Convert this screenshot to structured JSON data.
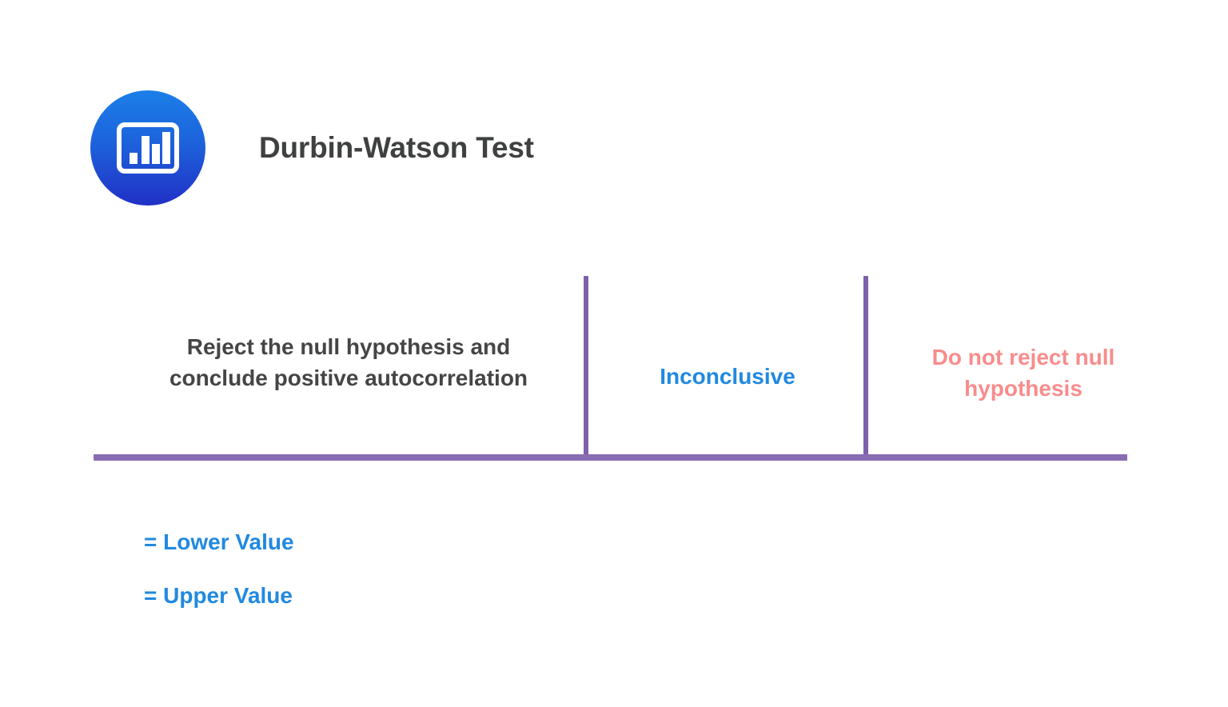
{
  "header": {
    "title": "Durbin-Watson Test",
    "logo_icon": "bar-chart-icon",
    "logo_gradient_from": "#1b7fe8",
    "logo_gradient_to": "#2130c6"
  },
  "chart_data": {
    "type": "diagram",
    "title": "Durbin-Watson Test",
    "subtype": "decision-number-line",
    "axis": {
      "orientation": "horizontal",
      "color": "#8a6cb3",
      "thickness_px": 8,
      "grid": false,
      "tick_labels": []
    },
    "dividers": [
      {
        "name": "lower-value-divider",
        "label": "",
        "color": "#7f60ab",
        "x_fraction": 0.474
      },
      {
        "name": "upper-value-divider",
        "label": "",
        "color": "#7f60ab",
        "x_fraction": 0.745
      }
    ],
    "zones": [
      {
        "id": "reject",
        "label": "Reject the null hypothesis and conclude positive autocorrelation",
        "color": "#454545"
      },
      {
        "id": "inconclusive",
        "label": "Inconclusive",
        "color": "#2189e0"
      },
      {
        "id": "do-not-reject",
        "label": "Do not reject null hypothesis",
        "color": "#f98c8c"
      }
    ],
    "legend": {
      "position": "bottom-left",
      "entries": [
        {
          "symbol": "",
          "label": "= Lower Value",
          "color": "#2189e0"
        },
        {
          "symbol": "",
          "label": "= Upper Value",
          "color": "#2189e0"
        }
      ]
    }
  }
}
